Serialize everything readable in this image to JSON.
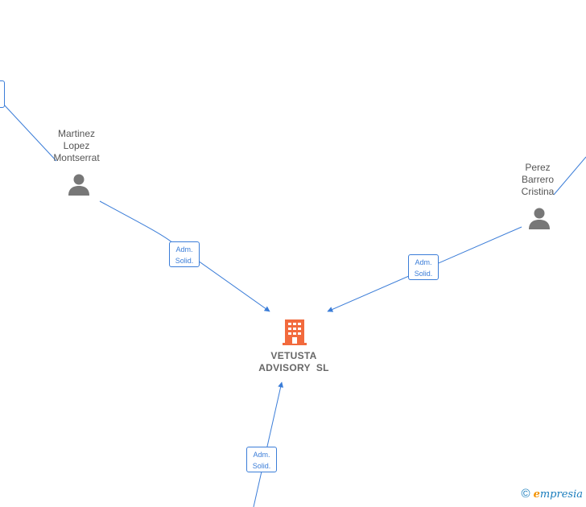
{
  "nodes": {
    "person_1": {
      "label": "Martinez\nLopez\nMontserrat"
    },
    "person_2": {
      "label": "Perez\nBarrero\nCristina"
    },
    "company": {
      "line1": "VETUSTA",
      "line2": "ADVISORY  SL"
    }
  },
  "edges": [
    {
      "line1": "Adm.",
      "line2": "Solid."
    },
    {
      "line1": "Adm.",
      "line2": "Solid."
    },
    {
      "line1": "Adm.",
      "line2": "Solid."
    }
  ],
  "brand": {
    "copyright": "©",
    "initial": "e",
    "rest": "mpresia"
  },
  "colors": {
    "link": "#3b7dd8",
    "person": "#777777",
    "company": "#f26a3d"
  },
  "icons": {
    "person": "person-icon",
    "company": "building-icon"
  }
}
